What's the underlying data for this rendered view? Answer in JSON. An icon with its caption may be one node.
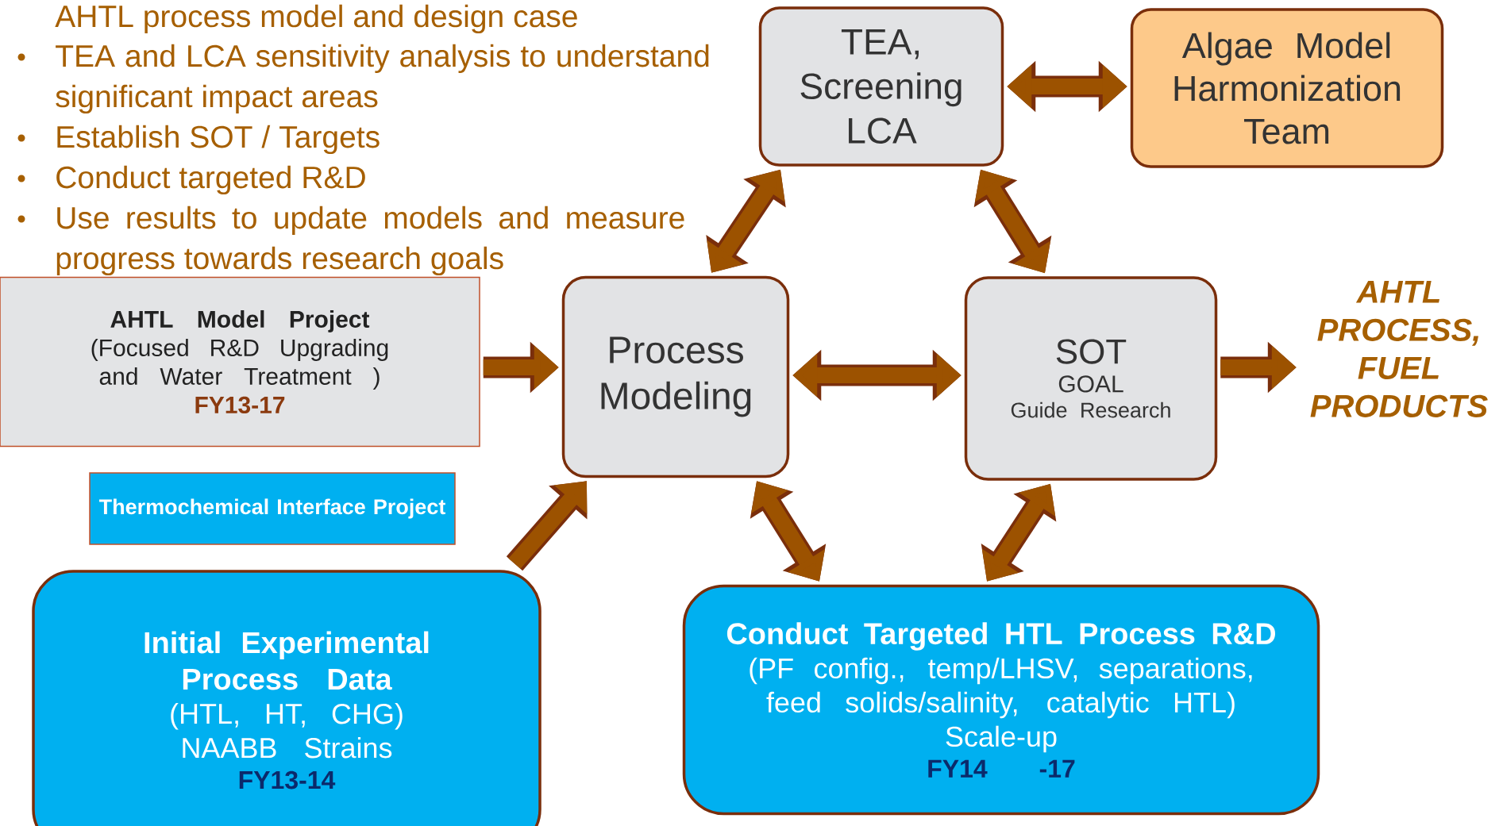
{
  "diagram": {
    "nodes": [
      {
        "text": [
          "TEA, Screening LCA"
        ]
      },
      {
        "text": [
          "Algae Model Harmonization Team"
        ]
      },
      {
        "text": [
          "AHTL Model Project",
          "(Focused R&D Upgrading and Water Treatment )",
          "FY13-17"
        ]
      },
      {
        "text": [
          "Process Modeling"
        ]
      },
      {
        "text": [
          "SOT",
          "GOAL",
          "Guide Research"
        ]
      },
      {
        "text": [
          "AHTL PROCESS, FUEL PRODUCTS"
        ]
      },
      {
        "text": [
          "Thermochemical Interface Project"
        ]
      },
      {
        "text": [
          "Initial Experimental Process Data",
          "(HTL, HT, CHG)",
          "NAABB Strains",
          "FY13-14"
        ]
      },
      {
        "text": [
          "Conduct Targeted HTL Process R&D",
          "(PF config., temp/LHSV, separations, feed solids/salinity, catalytic HTL)",
          "Scale-up",
          "FY14 -17"
        ]
      }
    ],
    "edges": [
      {
        "from": 3,
        "to": 0,
        "arrow": "both"
      },
      {
        "from": 0,
        "to": 1,
        "arrow": "both"
      },
      {
        "from": 0,
        "to": 4,
        "arrow": "both"
      },
      {
        "from": 2,
        "to": 3,
        "arrow": "to"
      },
      {
        "from": 3,
        "to": 4,
        "arrow": "both"
      },
      {
        "from": 4,
        "to": 5,
        "arrow": "to"
      },
      {
        "from": 7,
        "to": 3,
        "arrow": "to"
      },
      {
        "from": 3,
        "to": 8,
        "arrow": "both"
      },
      {
        "from": 4,
        "to": 8,
        "arrow": "both"
      }
    ],
    "labels": [
      "AHTL process model and design case",
      "TEA and LCA sensitivity analysis to understand significant impact areas",
      "Establish SOT / Targets",
      "Conduct targeted R&D",
      "Use results to update models and measure progress towards research goals"
    ]
  }
}
